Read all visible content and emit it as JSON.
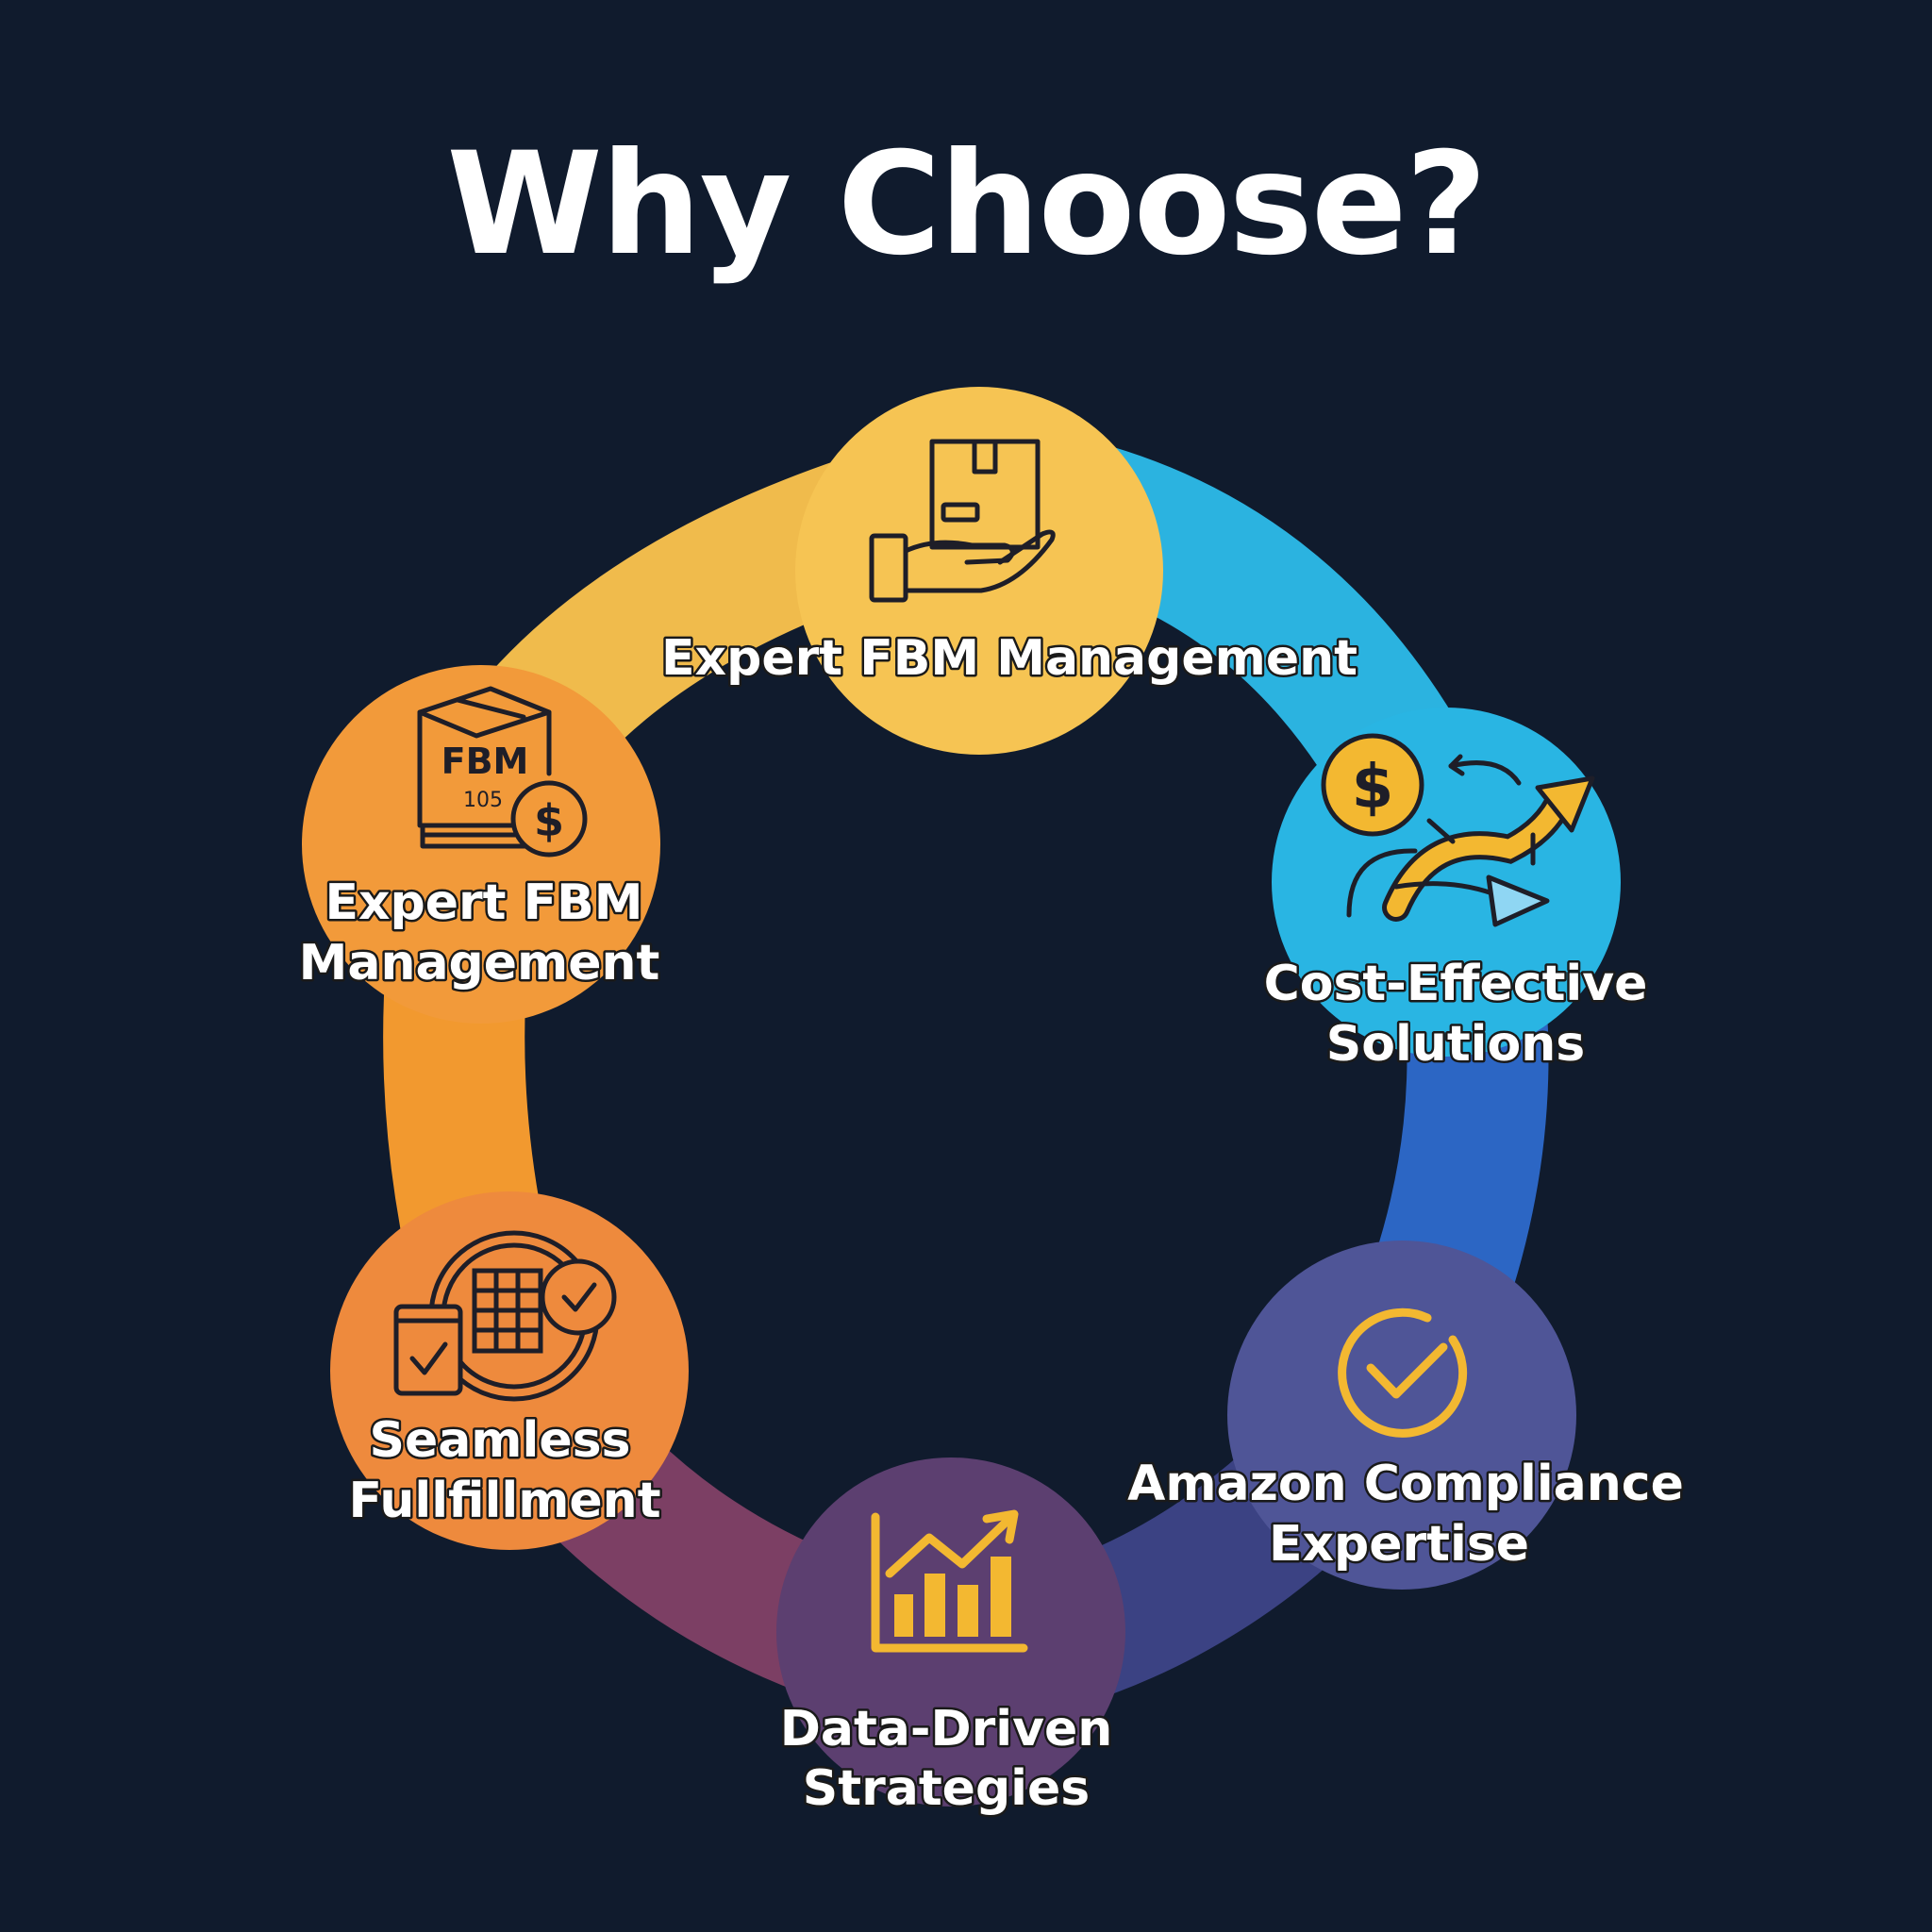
{
  "title": "Why Choose?",
  "nodes": [
    {
      "id": "top",
      "label_lines": [
        "Expert FBM Management"
      ],
      "icon": "box-in-hand-icon",
      "color": "#f6c453"
    },
    {
      "id": "right",
      "label_lines": [
        "Cost-Effective",
        "Solutions"
      ],
      "icon": "cost-arrows-icon",
      "color": "#29b5e3"
    },
    {
      "id": "bottom-right",
      "label_lines": [
        "Amazon Compliance",
        "Expertise"
      ],
      "icon": "check-circle-icon",
      "color": "#4f5597"
    },
    {
      "id": "bottom",
      "label_lines": [
        "Data-Driven",
        "Strategies"
      ],
      "icon": "bar-chart-growth-icon",
      "color": "#5c3f70"
    },
    {
      "id": "bottom-left",
      "label_lines": [
        "Seamless",
        "Fullfillment"
      ],
      "icon": "fulfillment-check-icon",
      "color": "#ee8a3d"
    },
    {
      "id": "left",
      "label_lines": [
        "Expert FBM",
        "Management"
      ],
      "icon": "fbm-box-dollar-icon",
      "color": "#f29a3a"
    }
  ],
  "icon_text": {
    "fbm": "FBM",
    "num": "105"
  },
  "colors": {
    "background": "#101b2d",
    "accent_icon": "#f3b831"
  }
}
